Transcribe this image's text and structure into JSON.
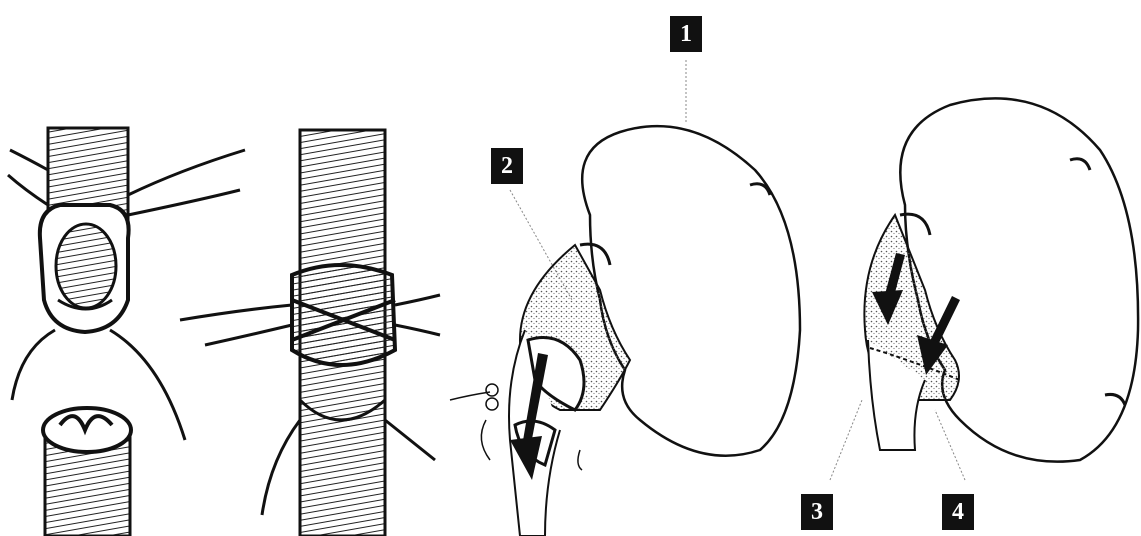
{
  "labels": {
    "l1": "1",
    "l2": "2",
    "l3": "3",
    "l4": "4"
  },
  "colors": {
    "ink": "#111111",
    "paper": "#ffffff",
    "shade": "#9a9a9a"
  }
}
